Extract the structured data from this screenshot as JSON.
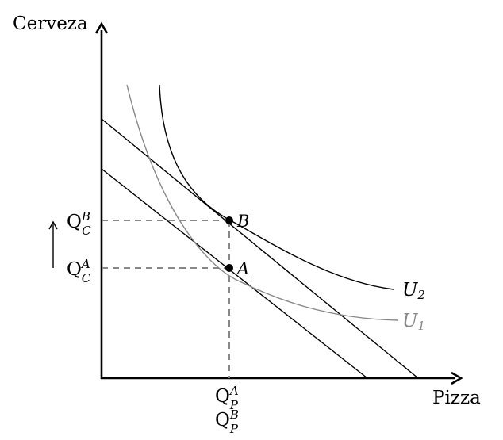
{
  "axes": {
    "y_label": "Cerveza",
    "x_label": "Pizza"
  },
  "curves": {
    "u1": {
      "letter": "U",
      "sub": "1",
      "color": "#888888"
    },
    "u2": {
      "letter": "U",
      "sub": "2",
      "color": "#000000"
    }
  },
  "points": {
    "a": {
      "label": "A"
    },
    "b": {
      "label": "B"
    }
  },
  "y_ticks": {
    "qcb": {
      "base": "Q",
      "sub": "C",
      "sup": "B"
    },
    "qca": {
      "base": "Q",
      "sub": "C",
      "sup": "A"
    },
    "arrow": "↑"
  },
  "x_ticks": {
    "qpa": {
      "base": "Q",
      "sub": "P",
      "sup": "A"
    },
    "qpb": {
      "base": "Q",
      "sub": "P",
      "sup": "B"
    }
  },
  "colors": {
    "axis": "#000000",
    "guide": "#888888",
    "budget": "#000000"
  }
}
